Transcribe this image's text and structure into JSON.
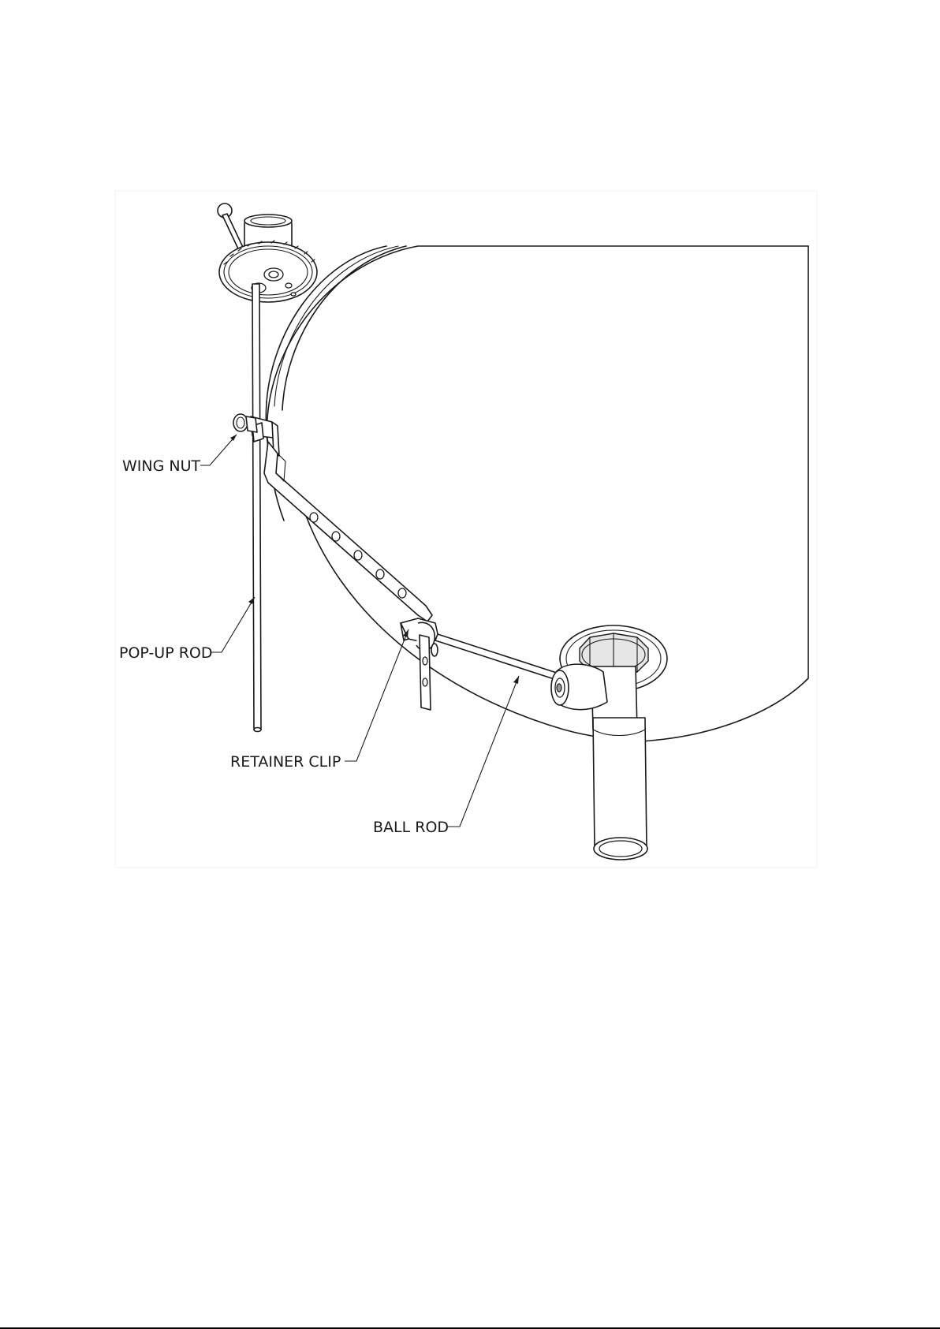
{
  "labels": {
    "wing_nut": "WING NUT",
    "pop_up_rod": "POP-UP ROD",
    "retainer_clip": "RETAINER CLIP",
    "ball_rod": "BALL ROD"
  },
  "colors": {
    "line": "#1a1a1a",
    "fill": "#ffffff",
    "shade": "#e6e6e6",
    "page_rule": "#000000"
  }
}
